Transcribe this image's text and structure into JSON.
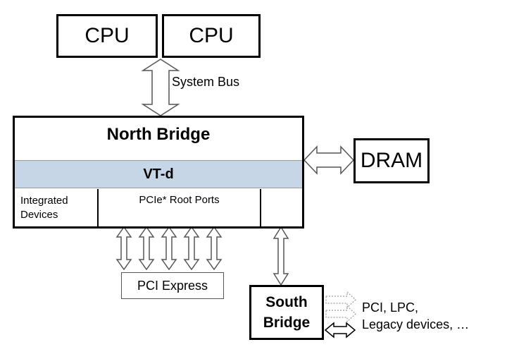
{
  "cpus": [
    {
      "label": "CPU"
    },
    {
      "label": "CPU"
    }
  ],
  "system_bus_label": "System Bus",
  "north_bridge": {
    "title": "North Bridge",
    "vtd_label": "VT-d",
    "integrated_devices_label": "Integrated\nDevices",
    "pcie_root_ports_label": "PCIe* Root Ports"
  },
  "dram_label": "DRAM",
  "pci_express_label": "PCI Express",
  "south_bridge_label": "South\nBridge",
  "legacy_label_line1": "PCI, LPC,",
  "legacy_label_line2": "Legacy devices, …",
  "colors": {
    "vtd_band": "#c6d6e6",
    "arrow_outline": "#555555",
    "dotted_arrow": "#9a9a9a"
  }
}
